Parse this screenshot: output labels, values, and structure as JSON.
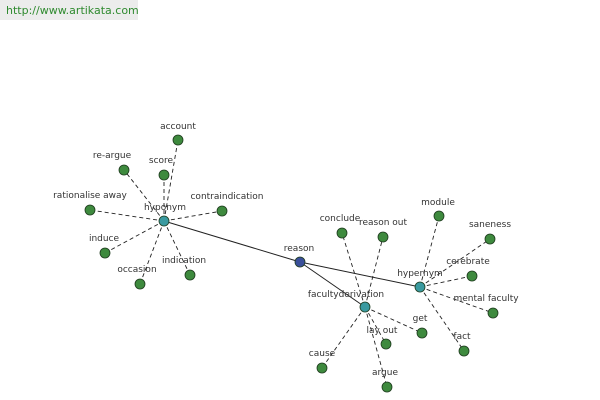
{
  "site_url": "http://www.artikata.com",
  "graph": {
    "center": "reason",
    "links": [
      "hyponym",
      "facultyderivation",
      "hypernym"
    ],
    "groups": {
      "hyponym": [
        "account",
        "re-argue",
        "score",
        "rationalise away",
        "contraindication",
        "induce",
        "occasion",
        "indication"
      ],
      "facultyderivation": [
        "conclude",
        "reason out",
        "cause",
        "lay out",
        "argue",
        "get"
      ],
      "hypernym": [
        "module",
        "saneness",
        "cerebrate",
        "mental faculty",
        "fact"
      ]
    }
  },
  "colors": {
    "center_node": "#3a4f9a",
    "hub_node": "#3a9aa0",
    "leaf_node": "#3e8a3e",
    "url_text": "#2f8a2f"
  }
}
